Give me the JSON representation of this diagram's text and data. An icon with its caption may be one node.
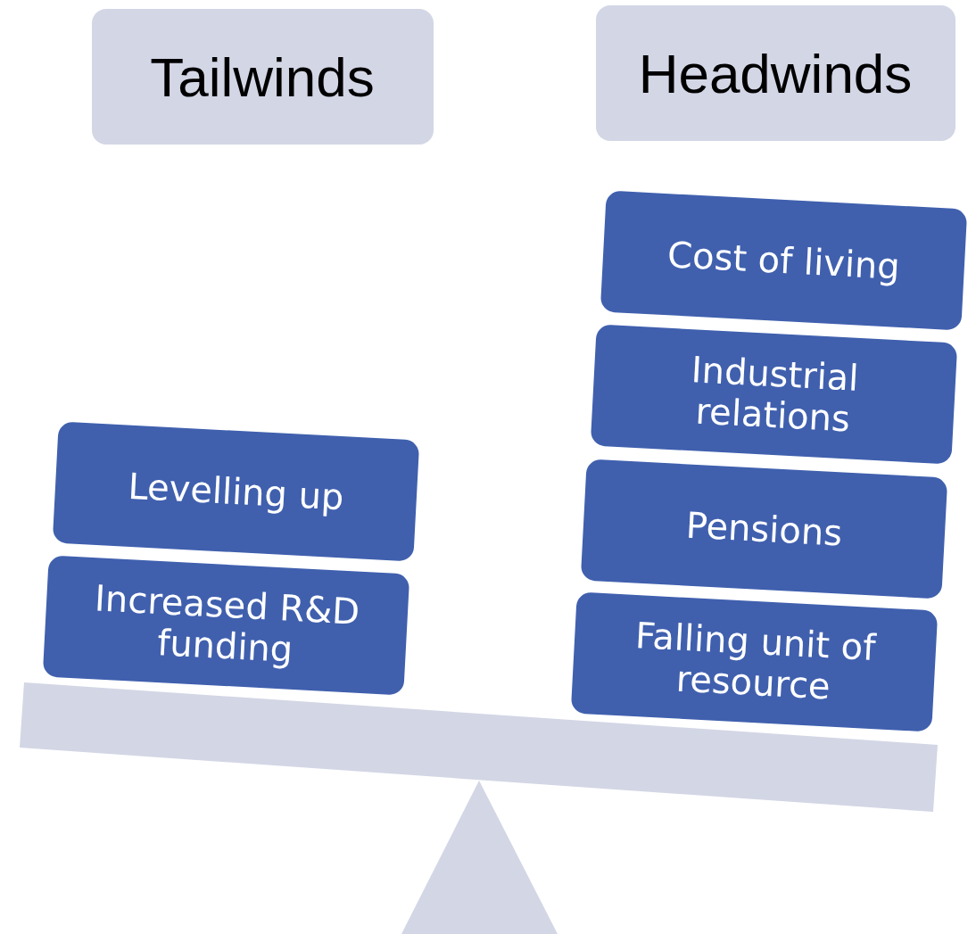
{
  "diagram": {
    "nodes": [
      {
        "text": [
          "Tailwinds"
        ]
      },
      {
        "text": [
          "Headwinds"
        ]
      },
      {
        "text": [
          "Levelling up"
        ]
      },
      {
        "text": [
          "Increased R&D funding"
        ]
      },
      {
        "text": [
          "Cost of living"
        ]
      },
      {
        "text": [
          "Industrial relations"
        ]
      },
      {
        "text": [
          "Pensions"
        ]
      },
      {
        "text": [
          "Falling unit of resource"
        ]
      }
    ],
    "edges": []
  }
}
